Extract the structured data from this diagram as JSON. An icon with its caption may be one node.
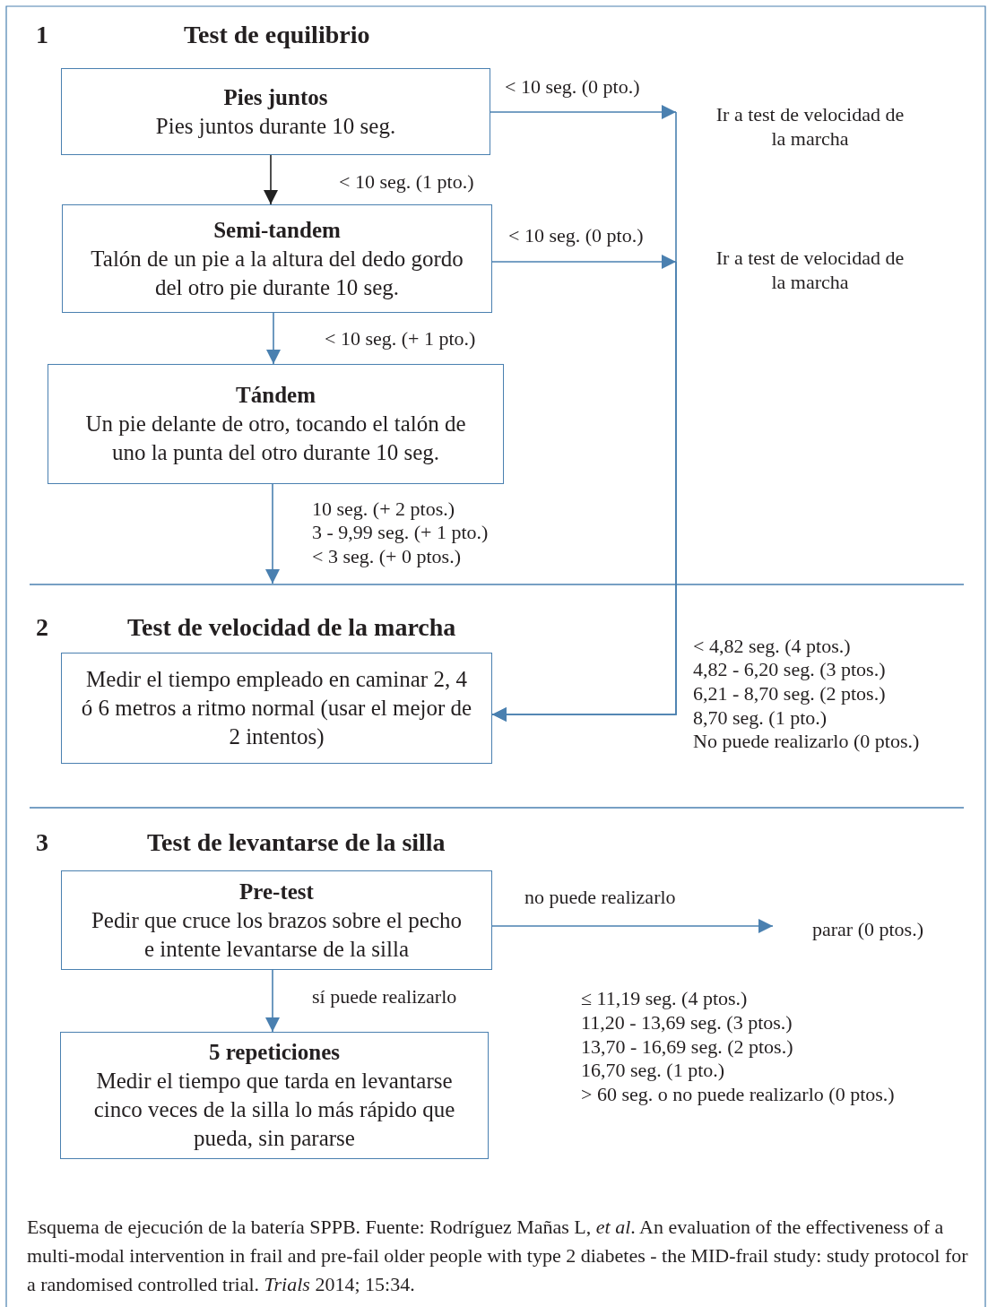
{
  "diagram": {
    "caption": "Esquema de ejecución de la batería SPPB. Fuente: Rodríguez Mañas L, *et al*. An evaluation of the effectiveness of a multi-modal intervention in frail and pre-fail older people with type 2 diabetes - the MID-frail study: study protocol for a randomised controlled trial. *Trials* 2014; 15:34.",
    "nodes": [
      {
        "text": [
          "Pies juntos",
          "Pies juntos durante 10 seg."
        ]
      },
      {
        "text": [
          "Semi-tandem",
          "Talón de un pie a la altura del dedo gordo del otro pie durante 10 seg."
        ]
      },
      {
        "text": [
          "Tándem",
          "Un pie delante de otro, tocando el talón de uno la punta del otro durante 10 seg."
        ]
      },
      {
        "text": [
          "Ir a test de velocidad de la marcha"
        ]
      },
      {
        "text": [
          "Ir a test de velocidad de la marcha"
        ]
      },
      {
        "text": [
          "Medir el tiempo empleado en caminar 2, 4 ó 6 metros a ritmo normal (usar el mejor de 2 intentos)"
        ]
      },
      {
        "text": [
          "Pre-test",
          "Pedir que cruce los brazos sobre el pecho e intente levantarse de la silla"
        ]
      },
      {
        "text": [
          "parar (0 ptos.)"
        ]
      },
      {
        "text": [
          "5 repeticiones",
          "Medir el tiempo que tarda en levantarse cinco veces de la silla lo más rápido que pueda, sin pararse"
        ]
      }
    ],
    "edges": [
      {
        "from": 0,
        "to": 1,
        "arrow": "to",
        "label": "< 10 seg. (1 pto.)",
        "color": "#222222"
      },
      {
        "from": 0,
        "to": 3,
        "arrow": "to",
        "label": "< 10 seg. (0 pto.)"
      },
      {
        "from": 1,
        "to": 2,
        "arrow": "to",
        "label": "< 10 seg. (+ 1 pto.)"
      },
      {
        "from": 1,
        "to": 4,
        "arrow": "to",
        "label": "< 10 seg. (0 pto.)"
      },
      {
        "from": 2,
        "to": null,
        "arrow": "to"
      },
      {
        "from": 3,
        "to": 5,
        "arrow": "to"
      },
      {
        "from": 4,
        "to": 5,
        "arrow": "to"
      },
      {
        "from": 6,
        "to": 7,
        "arrow": "to",
        "label": "no puede realizarlo"
      },
      {
        "from": 6,
        "to": 8,
        "arrow": "to",
        "label": "sí puede realizarlo"
      }
    ],
    "labels": [
      "1",
      "Test de equilibrio",
      "10 seg. (+ 2 ptos.)",
      "3 - 9,99 seg. (+ 1 pto.)",
      "< 3 seg. (+ 0 ptos.)",
      "2",
      "Test de velocidad de la marcha",
      "< 4,82 seg. (4 ptos.)",
      "4,82 - 6,20 seg. (3 ptos.)",
      "6,21 - 8,70 seg. (2 ptos.)",
      "8,70 seg. (1 pto.)",
      "No puede realizarlo (0 ptos.)",
      "3",
      "Test de levantarse de la silla",
      "≤ 11,19 seg. (4 ptos.)",
      "11,20 - 13,69 seg. (3 ptos.)",
      "13,70 - 16,69 seg. (2 ptos.)",
      "16,70 seg. (1 pto.)",
      "> 60 seg. o no puede realizarlo (0 ptos.)"
    ]
  }
}
